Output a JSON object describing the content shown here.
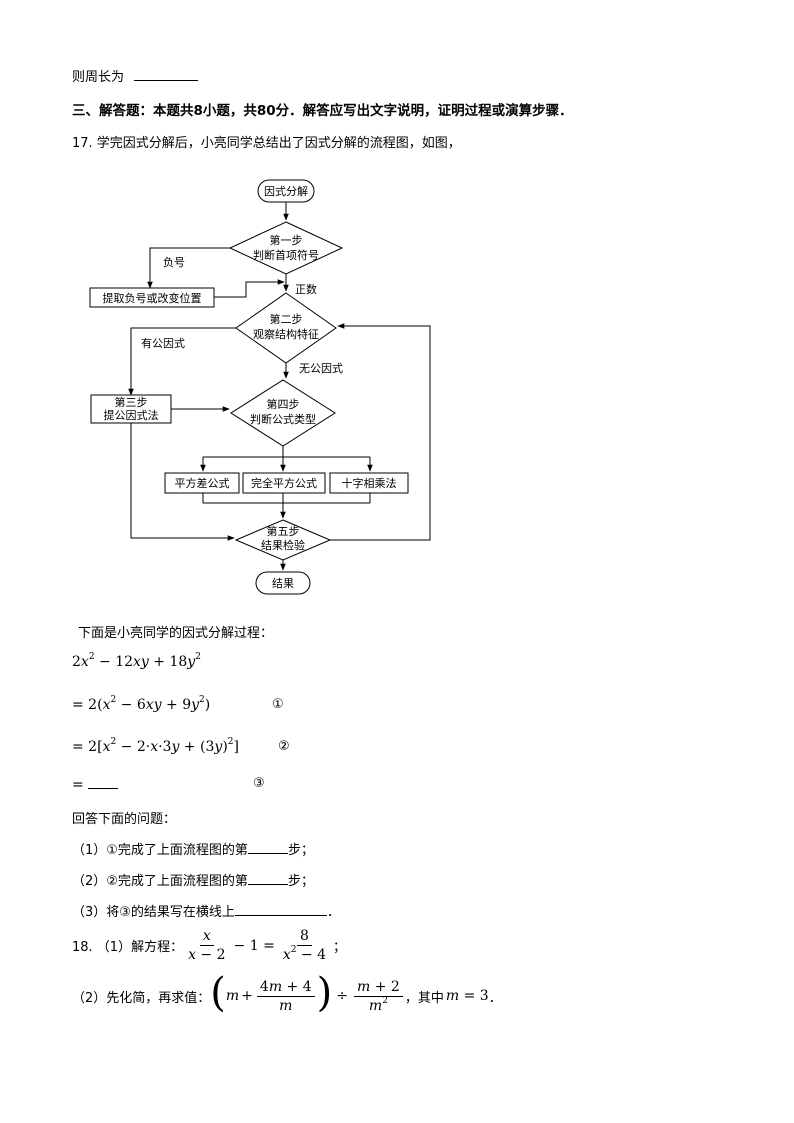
{
  "top_line": {
    "text": "则周长为"
  },
  "section": {
    "title": "三、解答题：本题共8小题，共80分．解答应写出文字说明，证明过程或演算步骤．"
  },
  "q17": {
    "intro": "17. 学完因式分解后，小亮同学总结出了因式分解的流程图，如图，",
    "flowchart": {
      "start": "因式分解",
      "step1_line1": "第一步",
      "step1_line2": "判断首项符号",
      "negative": "负号",
      "extract": "提取负号或改变位置",
      "positive": "正数",
      "step2_line1": "第二步",
      "step2_line2": "观察结构特征",
      "has_common": "有公因式",
      "no_common": "无公因式",
      "step3_line1": "第三步",
      "step3_line2": "提公因式法",
      "step4_line1": "第四步",
      "step4_line2": "判断公式类型",
      "method1": "平方差公式",
      "method2": "完全平方公式",
      "method3": "十字相乘法",
      "step5_line1": "第五步",
      "step5_line2": "结果检验",
      "end": "结果"
    },
    "process_intro": "下面是小亮同学的因式分解过程：",
    "mark1": "①",
    "mark2": "②",
    "mark3": "③",
    "answer_intro": "回答下面的问题：",
    "sub1_a": "（1）①完成了上面流程图的第",
    "sub1_b": "步；",
    "sub2_a": "（2）②完成了上面流程图的第",
    "sub2_b": "步；",
    "sub3_a": "（3）将③的结果写在横线上",
    "sub3_b": "．"
  },
  "q18": {
    "p1_label": "18. （1）解方程：",
    "p2_label": "（2）先化简，再求值：",
    "p2_tail": "，其中",
    "m_value": "3",
    "p2_end": "．"
  }
}
